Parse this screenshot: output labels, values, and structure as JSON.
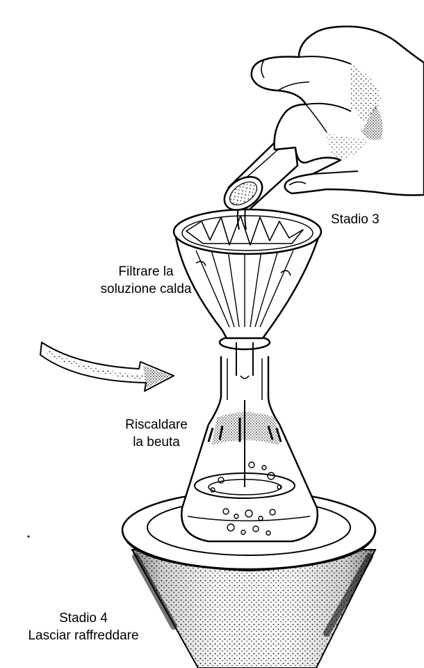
{
  "labels": {
    "stage3": "Stadio 3",
    "filter_line1": "Filtrare la",
    "filter_line2": "soluzione calda",
    "heat_line1": "Riscaldare",
    "heat_line2": "la beuta",
    "stage4_line1": "Stadio 4",
    "stage4_line2": "Lasciar raffreddare"
  },
  "colors": {
    "ink": "#000000",
    "paper": "#ffffff"
  }
}
